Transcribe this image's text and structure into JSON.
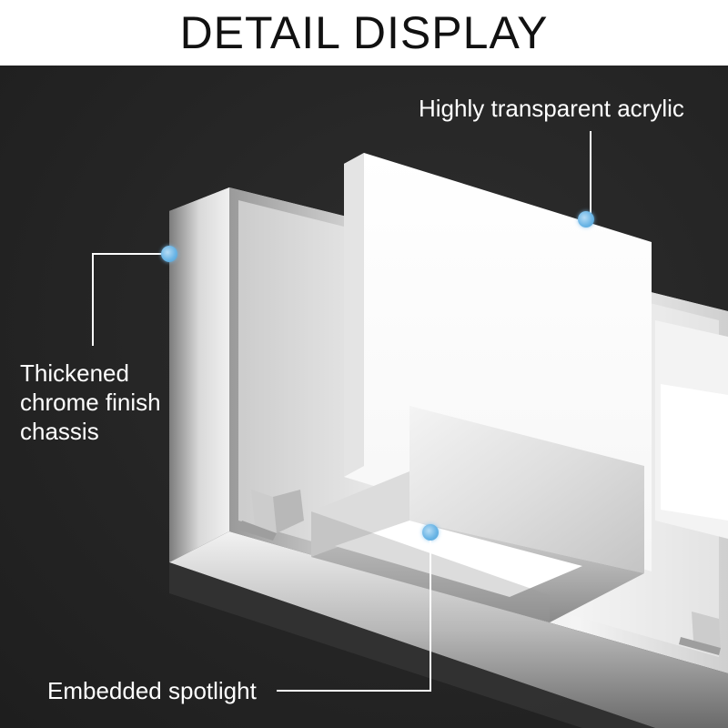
{
  "title": "DETAIL DISPLAY",
  "callouts": {
    "acrylic": "Highly transparent acrylic",
    "chassis_lines": [
      "Thickened",
      "chrome finish",
      "chassis"
    ],
    "spotlight": "Embedded spotlight"
  },
  "colors": {
    "background": "#242424",
    "marker": "#6cb6e6",
    "text": "#ffffff",
    "title": "#111111"
  },
  "icons": {
    "marker": "callout-dot"
  }
}
